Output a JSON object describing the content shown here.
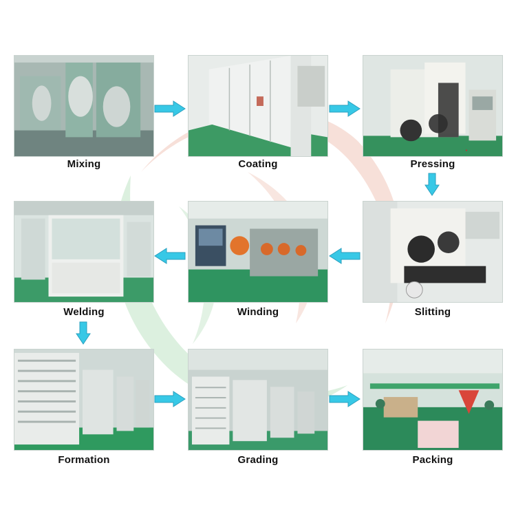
{
  "steps": [
    {
      "label": "Mixing"
    },
    {
      "label": "Coating"
    },
    {
      "label": "Pressing"
    },
    {
      "label": "Welding"
    },
    {
      "label": "Winding"
    },
    {
      "label": "Slitting"
    },
    {
      "label": "Formation"
    },
    {
      "label": "Grading"
    },
    {
      "label": "Packing"
    }
  ],
  "colors": {
    "arrow": "#37c8e6",
    "arrow_outline": "#2a9fbe",
    "floor_green": "#2e8f57",
    "machine_light": "#e7ecea",
    "watermark_red": "#f3d2c8",
    "watermark_green": "#d3ecd6"
  }
}
